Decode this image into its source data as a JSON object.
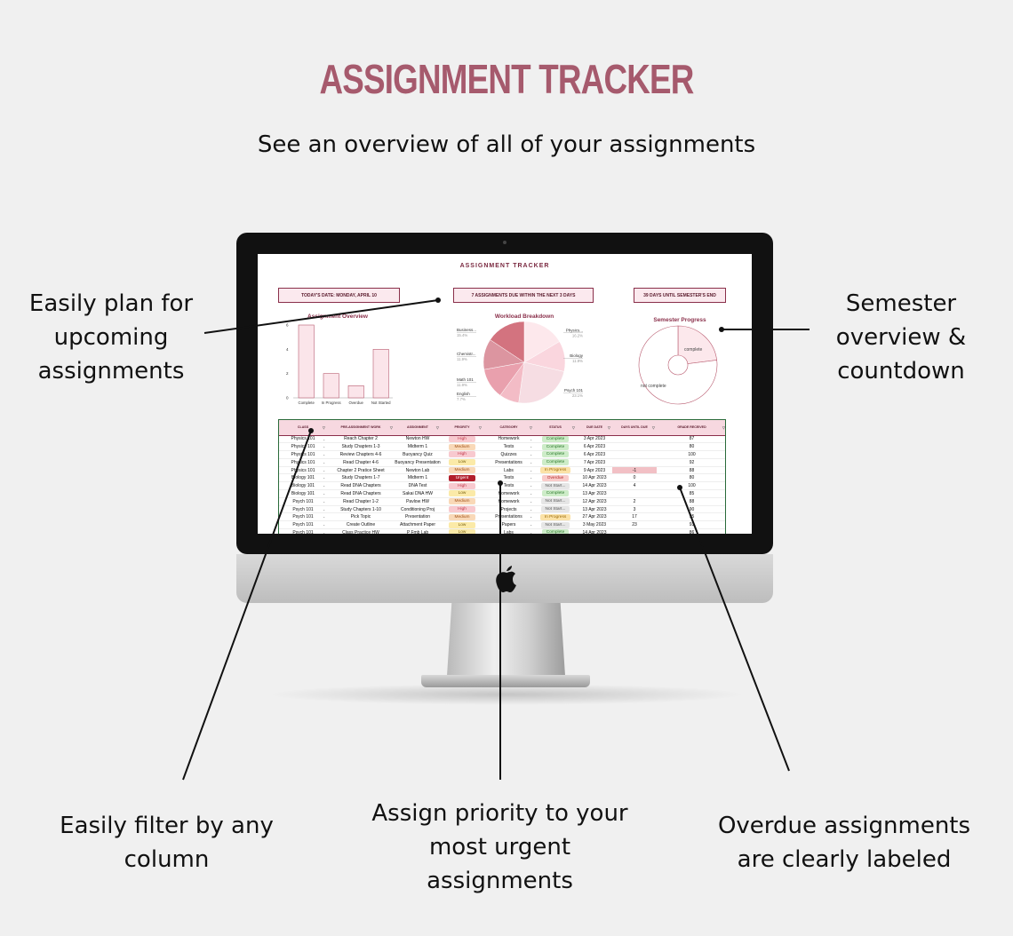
{
  "hero": {
    "title": "ASSIGNMENT TRACKER",
    "subtitle": "See an overview of all of your assignments"
  },
  "callouts": {
    "plan": [
      "Easily plan for",
      "upcoming",
      "assignments"
    ],
    "semester": [
      "Semester",
      "overview &",
      "countdown"
    ],
    "filter": [
      "Easily filter by any",
      "column"
    ],
    "priority": [
      "Assign priority to your",
      "most urgent",
      "assignments"
    ],
    "overdue": [
      "Overdue assignments",
      "are clearly labeled"
    ]
  },
  "screen": {
    "title": "ASSIGNMENT TRACKER",
    "today_box": "TODAY'S DATE: MONDAY, APRIL 10",
    "due_box": "7 ASSIGNMENTS DUE WITHIN THE NEXT 3 DAYS",
    "semester_box": "39 DAYS UNTIL SEMESTER'S END",
    "overview_title": "Assignment Overview",
    "workload_title": "Workload Breakdown",
    "progress_title": "Semester Progress"
  },
  "chart_data": [
    {
      "type": "bar",
      "title": "Assignment Overview",
      "categories": [
        "Complete",
        "In Progress",
        "Overdue",
        "Not Started"
      ],
      "values": [
        6,
        2,
        1,
        4
      ],
      "ylim": [
        0,
        6
      ],
      "yticks": [
        "0",
        "2",
        "4",
        "6"
      ]
    },
    {
      "type": "pie",
      "title": "Workload Breakdown",
      "labels": [
        "Physics...",
        "Biology",
        "Psych 101",
        "English",
        "Math 101",
        "Chemistr...",
        "Business..."
      ],
      "values": [
        16.2,
        11.9,
        23.1,
        7.7,
        11.9,
        11.9,
        15.4
      ],
      "value_labels": [
        "16.2%",
        "11.9%",
        "23.1%",
        "7.7%",
        "11.9%",
        "11.9%",
        "15.4%"
      ],
      "colors": [
        "#fde8ec",
        "#fad6de",
        "#f6dde3",
        "#f3bcc6",
        "#e9a0ad",
        "#dc95a0",
        "#d3737f"
      ]
    },
    {
      "type": "pie",
      "title": "Semester Progress",
      "labels": [
        "complete",
        "not complete"
      ],
      "values": [
        23,
        77
      ]
    }
  ],
  "table": {
    "headers": [
      "CLASS",
      "PRE-ASSIGNMENT WORK",
      "ASSIGNMENT",
      "PRIORITY",
      "CATEGORY",
      "STATUS",
      "DUE DATE",
      "DAYS UNTIL DUE",
      "GRADE RECEIVED"
    ],
    "rows": [
      [
        "Physics 101",
        "Reach Chapter 2",
        "Newton HW",
        "High",
        "Homework",
        "Complete",
        "3 Apr 2023",
        "",
        "87"
      ],
      [
        "Physics 101",
        "Study Chapters 1-3",
        "Midterm 1",
        "Medium",
        "Tests",
        "Complete",
        "6 Apr 2023",
        "",
        "80"
      ],
      [
        "Physics 101",
        "Review Chapters 4-6",
        "Buoyancy Quiz",
        "High",
        "Quizzes",
        "Complete",
        "6 Apr 2023",
        "",
        "100"
      ],
      [
        "Physics 101",
        "Read Chapter 4-6",
        "Buoyancy Presentation",
        "Low",
        "Presentations",
        "Complete",
        "7 Apr 2023",
        "",
        "92"
      ],
      [
        "Physics 101",
        "Chapter 2 Pratice Sheet",
        "Newton Lab",
        "Medium",
        "Labs",
        "In Progress",
        "9 Apr 2023",
        "-1",
        "88"
      ],
      [
        "Biology 101",
        "Study Chapters 1-7",
        "Midterm 1",
        "Urgent",
        "Tests",
        "Overdue",
        "10 Apr 2023",
        "0",
        "80"
      ],
      [
        "Biology 101",
        "Read DNA Chapters",
        "DNA Test",
        "High",
        "Tests",
        "Not Start...",
        "14 Apr 2023",
        "4",
        "100"
      ],
      [
        "Biology 101",
        "Read DNA Chapters",
        "Sakai DNA HW",
        "Low",
        "Homework",
        "Complete",
        "13 Apr 2023",
        "",
        "85"
      ],
      [
        "Psych 101",
        "Read Chapter 1-2",
        "Pavlow HW",
        "Medium",
        "Homework",
        "Not Start...",
        "12 Apr 2023",
        "2",
        "88"
      ],
      [
        "Psych 101",
        "Study Chapters 1-10",
        "Conditioning Proj",
        "High",
        "Projects",
        "Not Start...",
        "13 Apr 2023",
        "3",
        "90"
      ],
      [
        "Psych 101",
        "Pick Topic",
        "Presentation",
        "Medium",
        "Presentations",
        "In Progress",
        "27 Apr 2023",
        "17",
        "95"
      ],
      [
        "Psych 101",
        "Create Outline",
        "Attachment Paper",
        "Low",
        "Papers",
        "Not Start...",
        "3 May 2023",
        "23",
        "93"
      ],
      [
        "Psych 101",
        "Class Practice HW",
        "P Fmb Lab",
        "Low",
        "Labs",
        "Complete",
        "14 Apr 2023",
        "",
        "86"
      ]
    ]
  },
  "colors": {
    "brand": "#a65a6d",
    "accent_dark": "#8a2f4a",
    "header_fill": "#f7d8e0"
  },
  "icons": {
    "apple": "apple-logo-icon",
    "filter": "filter-icon",
    "dropdown": "dropdown-arrow-icon"
  }
}
